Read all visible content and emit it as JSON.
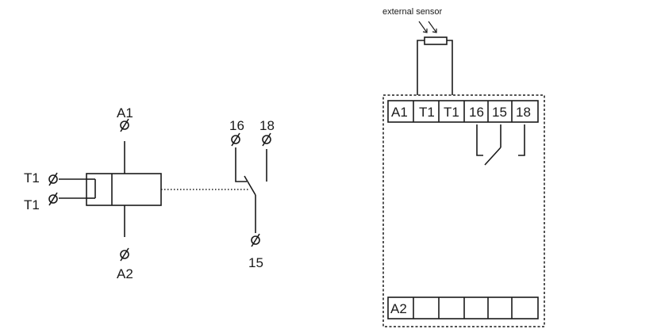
{
  "schematic": {
    "coil_terminal_top": "A1",
    "coil_terminal_bottom": "A2",
    "sensor_terminal_1": "T1",
    "sensor_terminal_2": "T1",
    "contact_nc": "16",
    "contact_no": "18",
    "contact_common": "15"
  },
  "wiring": {
    "sensor_label": "external sensor",
    "top_terminals": [
      "A1",
      "T1",
      "T1",
      "16",
      "15",
      "18"
    ],
    "bottom_terminals": [
      "A2",
      "",
      "",
      "",
      "",
      ""
    ]
  }
}
